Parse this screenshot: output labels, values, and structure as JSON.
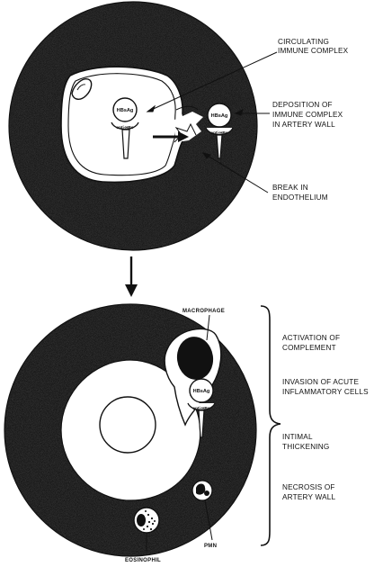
{
  "top_panel": {
    "labels": {
      "circulating_1": "CIRCULATING",
      "circulating_2": "IMMUNE COMPLEX",
      "deposition_1": "DEPOSITION OF",
      "deposition_2": "IMMUNE COMPLEX",
      "deposition_3": "IN ARTERY WALL",
      "break_1": "BREAK IN",
      "break_2": "ENDOTHELIUM"
    }
  },
  "bottom_panel": {
    "cell_labels": {
      "macrophage": "MACROPHAGE",
      "pmn": "PMN",
      "eosinophil": "EOSINOPHIL"
    },
    "stages": {
      "s1_1": "ACTIVATION OF",
      "s1_2": "COMPLEMENT",
      "s2_1": "INVASION OF ACUTE",
      "s2_2": "INFLAMMATORY CELLS",
      "s3_1": "INTIMAL",
      "s3_2": "THICKENING",
      "s4_1": "NECROSIS OF",
      "s4_2": "ARTERY WALL"
    }
  },
  "complex": {
    "antigen": "HBsAg",
    "antibody": "anti-HBs"
  }
}
